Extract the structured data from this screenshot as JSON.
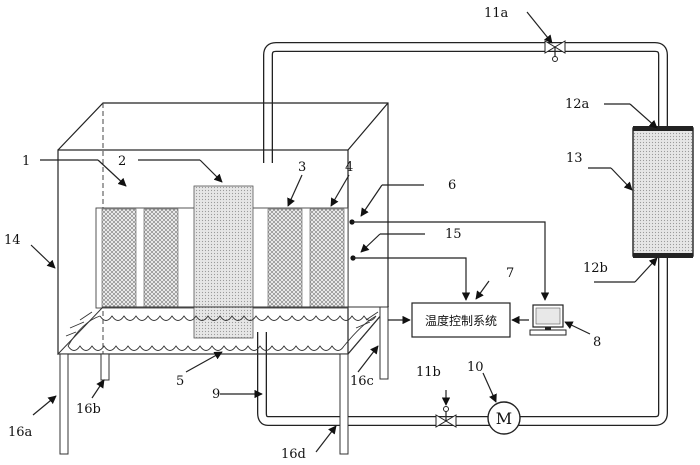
{
  "labels": {
    "l1": "1",
    "l2": "2",
    "l3": "3",
    "l4": "4",
    "l5": "5",
    "l6": "6",
    "l7": "7",
    "l8": "8",
    "l9": "9",
    "l10": "10",
    "l11a": "11a",
    "l11b": "11b",
    "l12a": "12a",
    "l12b": "12b",
    "l13": "13",
    "l14": "14",
    "l15": "15",
    "l16a": "16a",
    "l16b": "16b",
    "l16c": "16c",
    "l16d": "16d"
  },
  "control_box_text": "温度控制系统",
  "motor_symbol": "M"
}
